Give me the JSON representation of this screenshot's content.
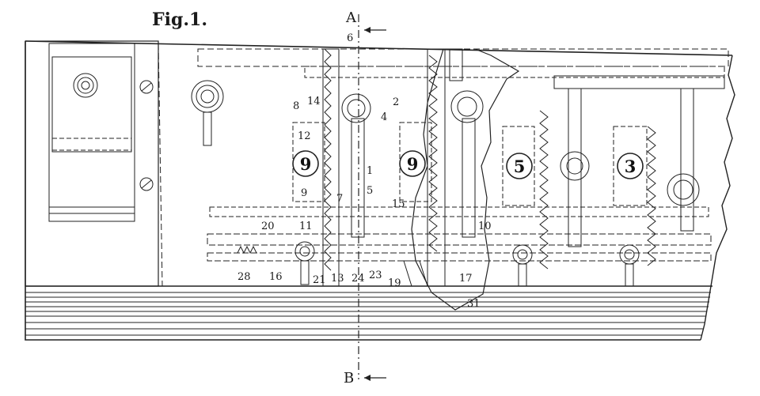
{
  "figure": {
    "title": "Fig.1.",
    "section_top": "A",
    "section_bottom": "B",
    "display_digits": [
      "9",
      "9",
      "5",
      "3"
    ],
    "reference_numerals": [
      "6",
      "14",
      "8",
      "12",
      "9",
      "4",
      "2",
      "1",
      "5",
      "7",
      "11",
      "15",
      "20",
      "28",
      "16",
      "21",
      "13",
      "24",
      "23",
      "19",
      "17",
      "10",
      "31"
    ]
  }
}
